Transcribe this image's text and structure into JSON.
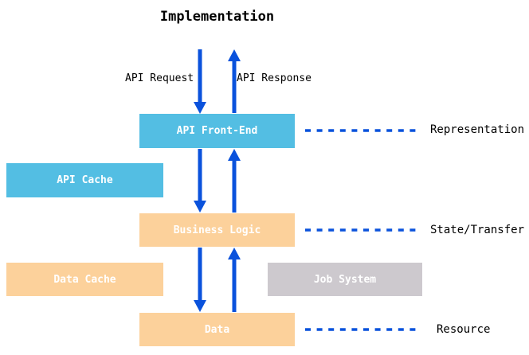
{
  "title": "Implementation",
  "flow_labels": {
    "request": "API Request",
    "response": "API Response"
  },
  "boxes": {
    "api_front_end": "API Front-End",
    "api_cache": "API Cache",
    "business_logic": "Business Logic",
    "data_cache": "Data Cache",
    "job_system": "Job System",
    "data": "Data"
  },
  "layer_labels": {
    "representation": "Representation",
    "state_transfer": "State/Transfer",
    "resource": "Resource"
  },
  "colors": {
    "box-cyan": "#53BEE3",
    "box-peach": "#FCD19B",
    "box-gray": "#CDC9CE",
    "arrow-blue": "#0A52DC",
    "text-dark": "#000000",
    "text-light": "#FFFFFF"
  }
}
